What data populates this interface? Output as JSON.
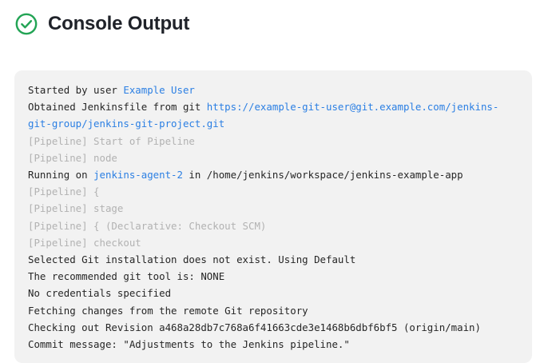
{
  "header": {
    "title": "Console Output",
    "status_icon": "check-circle-icon",
    "status_color": "#23a455"
  },
  "theme": {
    "panel_background": "#f2f2f2",
    "text_color": "#262626",
    "link_color": "#2b7fe3",
    "muted_color": "#b2b2b2",
    "page_background": "#ffffff"
  },
  "console": {
    "lines": [
      [
        {
          "text": "Started by user ",
          "style": "plain"
        },
        {
          "text": "Example User",
          "style": "link"
        }
      ],
      [
        {
          "text": "Obtained Jenkinsfile from git ",
          "style": "plain"
        },
        {
          "text": "https://example-git-user@git.example.com/jenkins-git-group/jenkins-git-project.git",
          "style": "link"
        }
      ],
      [
        {
          "text": "[Pipeline] Start of Pipeline",
          "style": "muted"
        }
      ],
      [
        {
          "text": "[Pipeline] node",
          "style": "muted"
        }
      ],
      [
        {
          "text": "Running on ",
          "style": "plain"
        },
        {
          "text": "jenkins-agent-2",
          "style": "link"
        },
        {
          "text": " in /home/jenkins/workspace/jenkins-example-app",
          "style": "plain"
        }
      ],
      [
        {
          "text": "[Pipeline] {",
          "style": "muted"
        }
      ],
      [
        {
          "text": "[Pipeline] stage",
          "style": "muted"
        }
      ],
      [
        {
          "text": "[Pipeline] { (Declarative: Checkout SCM)",
          "style": "muted"
        }
      ],
      [
        {
          "text": "[Pipeline] checkout",
          "style": "muted"
        }
      ],
      [
        {
          "text": "Selected Git installation does not exist. Using Default",
          "style": "plain"
        }
      ],
      [
        {
          "text": "The recommended git tool is: NONE",
          "style": "plain"
        }
      ],
      [
        {
          "text": "No credentials specified",
          "style": "plain"
        }
      ],
      [
        {
          "text": "Fetching changes from the remote Git repository",
          "style": "plain"
        }
      ],
      [
        {
          "text": "Checking out Revision a468a28db7c768a6f41663cde3e1468b6dbf6bf5 (origin/main)",
          "style": "plain"
        }
      ],
      [
        {
          "text": "Commit message: \"Adjustments to the Jenkins pipeline.\"",
          "style": "plain"
        }
      ]
    ]
  }
}
